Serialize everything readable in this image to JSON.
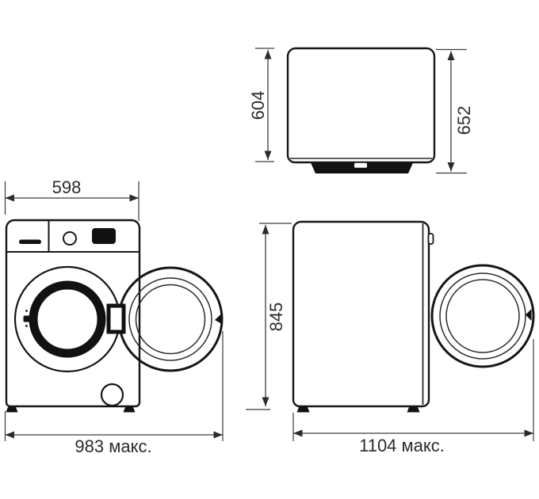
{
  "colors": {
    "outline": "#161616",
    "dimension_lines": "#3d3d3d",
    "label_text": "#2b2b2b",
    "solid_fill": "#111111",
    "background": "#ffffff"
  },
  "views": {
    "top_view": {
      "body_depth": "604",
      "total_depth": "652"
    },
    "front_view": {
      "body_width": "598",
      "max_width_door_open": "983 макс."
    },
    "side_view": {
      "body_height": "845",
      "max_depth_door_open": "1104 макс."
    }
  }
}
